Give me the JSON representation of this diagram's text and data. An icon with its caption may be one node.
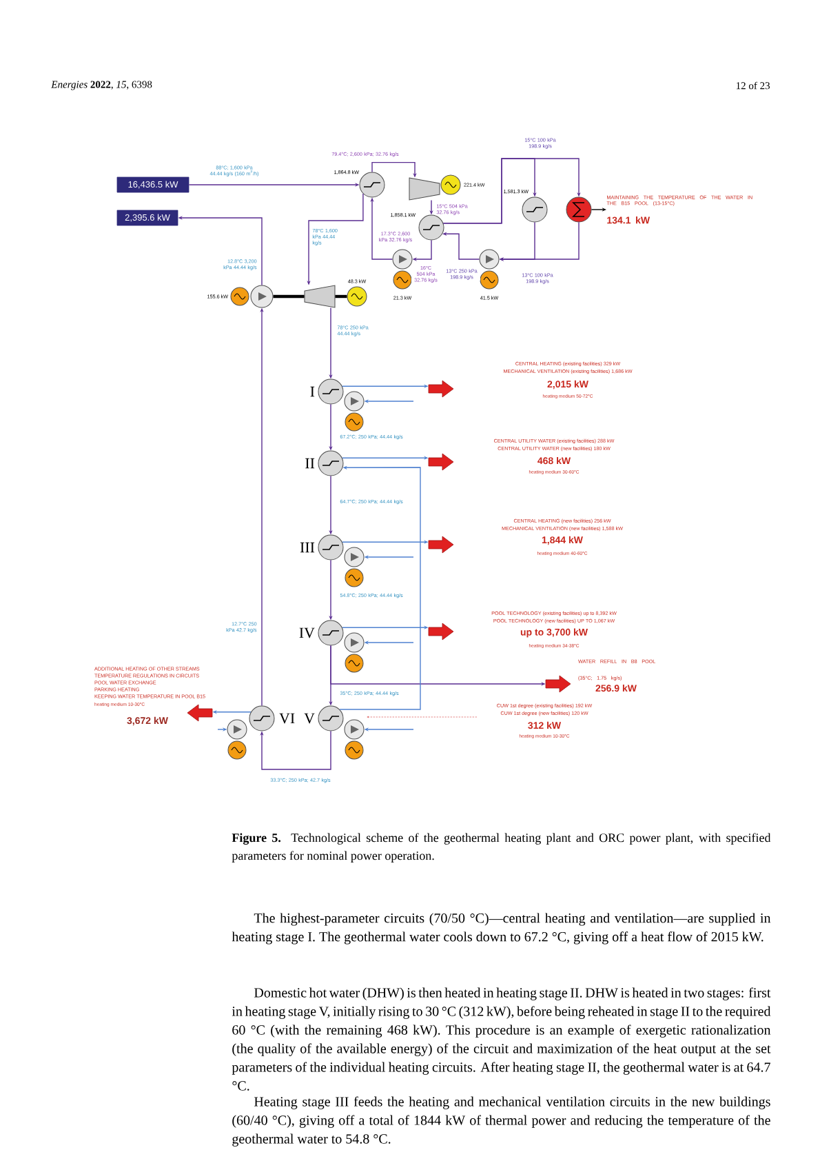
{
  "diagram": {
    "caption": "**Figure 5.** Technological scheme of the geothermal heating plant and ORC power plant, with specified parameters for nominal power operation.",
    "nodes": [
      {
        "text": [
          "16,436.5 kW"
        ]
      },
      {
        "text": [
          "2,395.6 kW"
        ]
      },
      {
        "text": [],
        "shape": "circle",
        "beside": [
          "1,864.8 kW"
        ]
      },
      {
        "text": [],
        "shape": "trapezoid"
      },
      {
        "text": [],
        "shape": "circle",
        "beside": [
          "48.3 kW"
        ]
      },
      {
        "text": [],
        "shape": "circle"
      },
      {
        "text": [],
        "shape": "circle",
        "beside": [
          "155.6 kW"
        ]
      },
      {
        "text": [],
        "shape": "circle"
      },
      {
        "text": [],
        "shape": "circle",
        "beside": [
          "21.3 kW"
        ]
      },
      {
        "text": [],
        "shape": "trapezoid"
      },
      {
        "text": [],
        "shape": "circle",
        "beside": [
          "221.4 kW"
        ]
      },
      {
        "text": [],
        "shape": "circle",
        "beside": [
          "1,858.1 kW"
        ]
      },
      {
        "text": [],
        "shape": "circle",
        "beside": [
          "1,581.3 kW"
        ]
      },
      {
        "text": [],
        "shape": "circle"
      },
      {
        "text": [
          "MAINTAINING THE TEMPERATURE OF THE WATER IN THE B15 POOL (13-15°C)",
          "134.1 kW"
        ]
      },
      {
        "text": [],
        "shape": "circle"
      },
      {
        "text": [],
        "shape": "circle",
        "beside": [
          "41.5 kW"
        ]
      },
      {
        "text": [],
        "shape": "circle",
        "beside": [
          "I"
        ]
      },
      {
        "text": [],
        "shape": "circle"
      },
      {
        "text": [],
        "shape": "circle"
      },
      {
        "text": [],
        "shape": "arrow",
        "beside": [
          "CENTRAL HEATING (existing facilities) 329 kW",
          "MECHANICAL VENTILATION (existing facilities) 1,686 kW",
          "2,015 kW",
          "heating medium 50-72°C"
        ]
      },
      {
        "text": [],
        "shape": "circle",
        "beside": [
          "II"
        ]
      },
      {
        "text": [],
        "shape": "arrow",
        "beside": [
          "CENTRAL UTILITY WATER (existing facilities) 288 kW",
          "CENTRAL UTILITY WATER (new facilities) 180 kW",
          "468 kW",
          "heating medium 30-60°C"
        ]
      },
      {
        "text": [],
        "shape": "circle",
        "beside": [
          "III"
        ]
      },
      {
        "text": [],
        "shape": "circle"
      },
      {
        "text": [],
        "shape": "circle"
      },
      {
        "text": [],
        "shape": "arrow",
        "beside": [
          "CENTRAL HEATING (new facilities) 256 kW",
          "MECHANICAL VENTILATION (new facilities) 1,588 kW",
          "1,844 kW",
          "heating medium 40-60°C"
        ]
      },
      {
        "text": [],
        "shape": "circle",
        "beside": [
          "IV"
        ]
      },
      {
        "text": [],
        "shape": "circle"
      },
      {
        "text": [],
        "shape": "circle"
      },
      {
        "text": [],
        "shape": "arrow",
        "beside": [
          "POOL TECHNOLOGY (existing facilities) up to 8,392 kW",
          "POOL TECHNOLOGY (new facilities) UP TO 1,067 kW",
          "up to 3,700 kW",
          "heating medium 34-38°C"
        ]
      },
      {
        "text": [],
        "shape": "arrow",
        "beside": [
          "WATER REFILL IN B8 POOL (35°C; 1.75 kg/s)",
          "256.9 kW"
        ]
      },
      {
        "text": [],
        "shape": "circle",
        "beside": [
          "V"
        ]
      },
      {
        "text": [],
        "shape": "circle"
      },
      {
        "text": [],
        "shape": "circle"
      },
      {
        "text": [],
        "shape": "circle",
        "beside": [
          "VI"
        ]
      },
      {
        "text": [],
        "shape": "circle"
      },
      {
        "text": [],
        "shape": "circle"
      },
      {
        "text": [],
        "shape": "arrow",
        "beside": [
          "ADDITIONAL HEATING OF OTHER STREAMS",
          "TEMPERATURE REGULATIONS IN CIRCUITS",
          "POOL WATER EXCHANGE",
          "PARKING HEATING",
          "KEEPING WATER TEMPERATURE IN POOL B15",
          "heating medium 10-30°C",
          "3,672 kW"
        ]
      }
    ],
    "edges": [
      {
        "from": 0,
        "to": 2,
        "arrow": "to",
        "label": "88°C; 1,600 kPa 44.44 kg/s (160 m$^{3}$/h)"
      },
      {
        "from": 5,
        "to": 1,
        "arrow": "to",
        "label": "12.8°C 3,200 kPa 44.44 kg/s"
      },
      {
        "from": 2,
        "to": 3,
        "arrow": "to",
        "label": "78°C 1,600 kPa 44.44 kg/s"
      },
      {
        "from": 3,
        "to": 17,
        "arrow": "to",
        "label": "78°C 250 kPa 44.44 kg/s"
      },
      {
        "from": 2,
        "to": 9,
        "arrow": "to",
        "label": "79.4°C; 2,600 kPa; 32.76 kg/s"
      },
      {
        "from": 9,
        "to": 11,
        "arrow": "to",
        "label": "15°C 504 kPa 32.76 kg/s"
      },
      {
        "from": 11,
        "to": 7,
        "arrow": "to",
        "label": "16°C 504 kPa 32.76 kg/s"
      },
      {
        "from": 7,
        "to": 2,
        "arrow": "to",
        "label": "17.3°C 2,600 kPa 32.76 kg/s"
      },
      {
        "from": 11,
        "to": 12,
        "arrow": "to",
        "label": "15°C 100 kPa 198.9 kg/s"
      },
      {
        "from": 11,
        "to": 13,
        "arrow": "to"
      },
      {
        "from": 12,
        "to": 15,
        "arrow": "to"
      },
      {
        "from": 13,
        "to": 15,
        "arrow": "to",
        "label": "13°C 100 kPa 198.9 kg/s"
      },
      {
        "from": 15,
        "to": 11,
        "arrow": "to",
        "label": "13°C 250 kPa 198.9 kg/s"
      },
      {
        "from": 13,
        "to": 14,
        "arrow": "to",
        "color": "#000000"
      },
      {
        "from": 5,
        "to": 3,
        "arrow": "none",
        "style": "thick",
        "color": "#000000"
      },
      {
        "from": 3,
        "to": 4,
        "arrow": "none",
        "style": "thick",
        "color": "#000000"
      },
      {
        "from": 17,
        "to": 21,
        "arrow": "to",
        "label": "67.2°C; 250 kPa; 44.44 kg/s"
      },
      {
        "from": 21,
        "to": 23,
        "arrow": "to",
        "label": "64.7°C; 250 kPa; 44.44 kg/s"
      },
      {
        "from": 23,
        "to": 27,
        "arrow": "to",
        "label": "54.8°C; 250 kPa; 44.44 kg/s"
      },
      {
        "from": 27,
        "to": 32,
        "arrow": "to",
        "label": "35°C; 250 kPa; 44.44 kg/s"
      },
      {
        "from": 27,
        "to": 31,
        "arrow": "to"
      },
      {
        "from": 32,
        "to": 35,
        "arrow": "to",
        "label": "33.3°C; 250 kPa; 42.7 kg/s"
      },
      {
        "from": 35,
        "to": 5,
        "arrow": "to",
        "label": "12.7°C 250 kPa 42.7 kg/s"
      },
      {
        "from": 17,
        "to": 20,
        "arrow": "to",
        "color": "#4f81d0"
      },
      {
        "from": null,
        "to": 18,
        "arrow": "to",
        "color": "#4f81d0"
      },
      {
        "from": 21,
        "to": 22,
        "arrow": "to",
        "color": "#4f81d0"
      },
      {
        "from": 32,
        "to": 21,
        "arrow": "to",
        "color": "#4f81d0"
      },
      {
        "from": 23,
        "to": 26,
        "arrow": "to",
        "color": "#4f81d0"
      },
      {
        "from": null,
        "to": 24,
        "arrow": "to",
        "color": "#4f81d0"
      },
      {
        "from": 27,
        "to": 30,
        "arrow": "to",
        "color": "#4f81d0"
      },
      {
        "from": null,
        "to": 28,
        "arrow": "to",
        "color": "#4f81d0"
      },
      {
        "from": null,
        "to": 33,
        "arrow": "to",
        "color": "#4f81d0"
      },
      {
        "from": 35,
        "to": 38,
        "arrow": "to",
        "color": "#4f81d0"
      },
      {
        "from": null,
        "to": 36,
        "arrow": "to",
        "color": "#4f81d0"
      }
    ],
    "labels": [
      "*Energies* **2022**, *15*, 6398",
      "12 of 23",
      "The highest-parameter circuits (70/50 °C)—central heating and ventilation—are supplied in heating stage I. The geothermal water cools down to 67.2 °C, giving off a heat flow of 2015 kW.",
      "Domestic hot water (DHW) is then heated in heating stage II. DHW is heated in two stages: first in heating stage V, initially rising to 30 °C (312 kW), before being reheated in stage II to the required 60 °C (with the remaining 468 kW). This procedure is an example of exergetic rationalization (the quality of the available energy) of the circuit and maximization of the heat output at the set parameters of the individual heating circuits. After heating stage II, the geothermal water is at 64.7 °C.",
      "Heating stage III feeds the heating and mechanical ventilation circuits in the new buildings (60/40 °C), giving off a total of 1844 kW of thermal power and reducing the temperature of the geothermal water to 54.8 °C.",
      "CUW 1st degree (existing facilities) 192 kW",
      "CUW 1st degree (new facilities) 120 kW",
      "312 kW",
      "heating medium 10-30°C"
    ]
  }
}
